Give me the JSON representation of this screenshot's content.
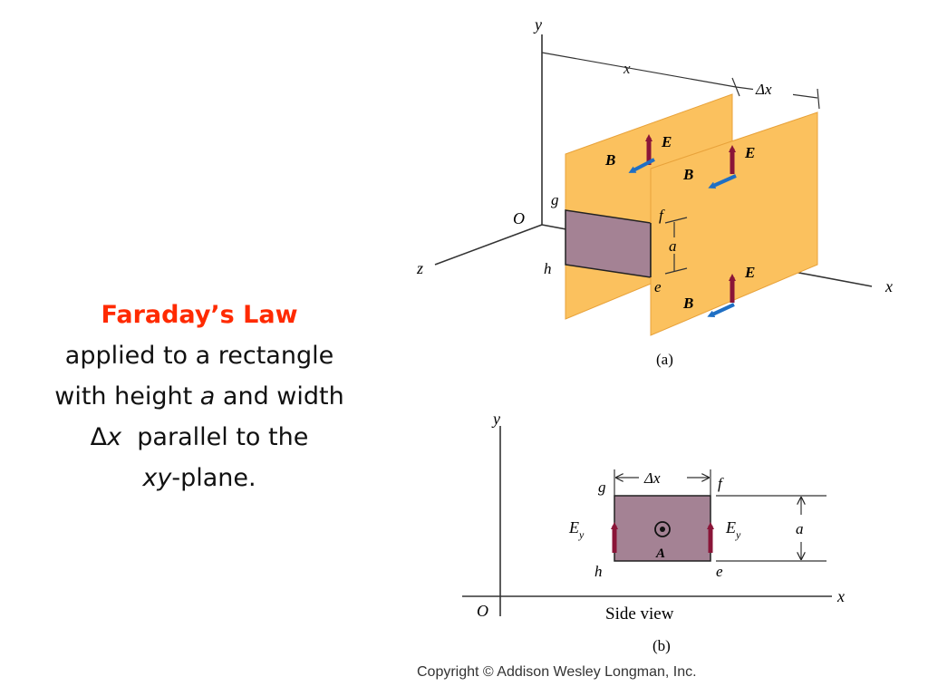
{
  "caption": {
    "title": "Faraday’s Law",
    "line1": "applied to a rectangle",
    "line2_a": "with height ",
    "line2_var": "a",
    "line2_b": " and width",
    "line3_delta": "Δ",
    "line3_var": "x",
    "line3_b": "  parallel to the",
    "line4_var": "xy",
    "line4_b": "-plane."
  },
  "figure_a": {
    "axis_y": "y",
    "axis_x": "x",
    "axis_z": "z",
    "origin": "O",
    "dim_x": "x",
    "dim_dx": "Δx",
    "dim_a": "a",
    "vec_B": "B",
    "vec_E": "E",
    "corner_g": "g",
    "corner_h": "h",
    "corner_f": "f",
    "corner_e": "e",
    "label": "(a)"
  },
  "figure_b": {
    "axis_y": "y",
    "axis_x": "x",
    "origin": "O",
    "dim_dx": "Δx",
    "dim_a": "a",
    "corner_g": "g",
    "corner_h": "h",
    "corner_f": "f",
    "corner_e": "e",
    "field_E": "E",
    "field_sub": "y",
    "area_vec": "A",
    "side_view": "Side view",
    "label": "(b)"
  },
  "copyright": "Copyright © Addison Wesley Longman, Inc.",
  "colors": {
    "plate": "#fbc15e",
    "plate_edge": "#e8a23a",
    "loop": "#a48294",
    "E_arrow": "#8a1538",
    "B_arrow": "#1f6fc4",
    "title": "#ff2a00"
  }
}
